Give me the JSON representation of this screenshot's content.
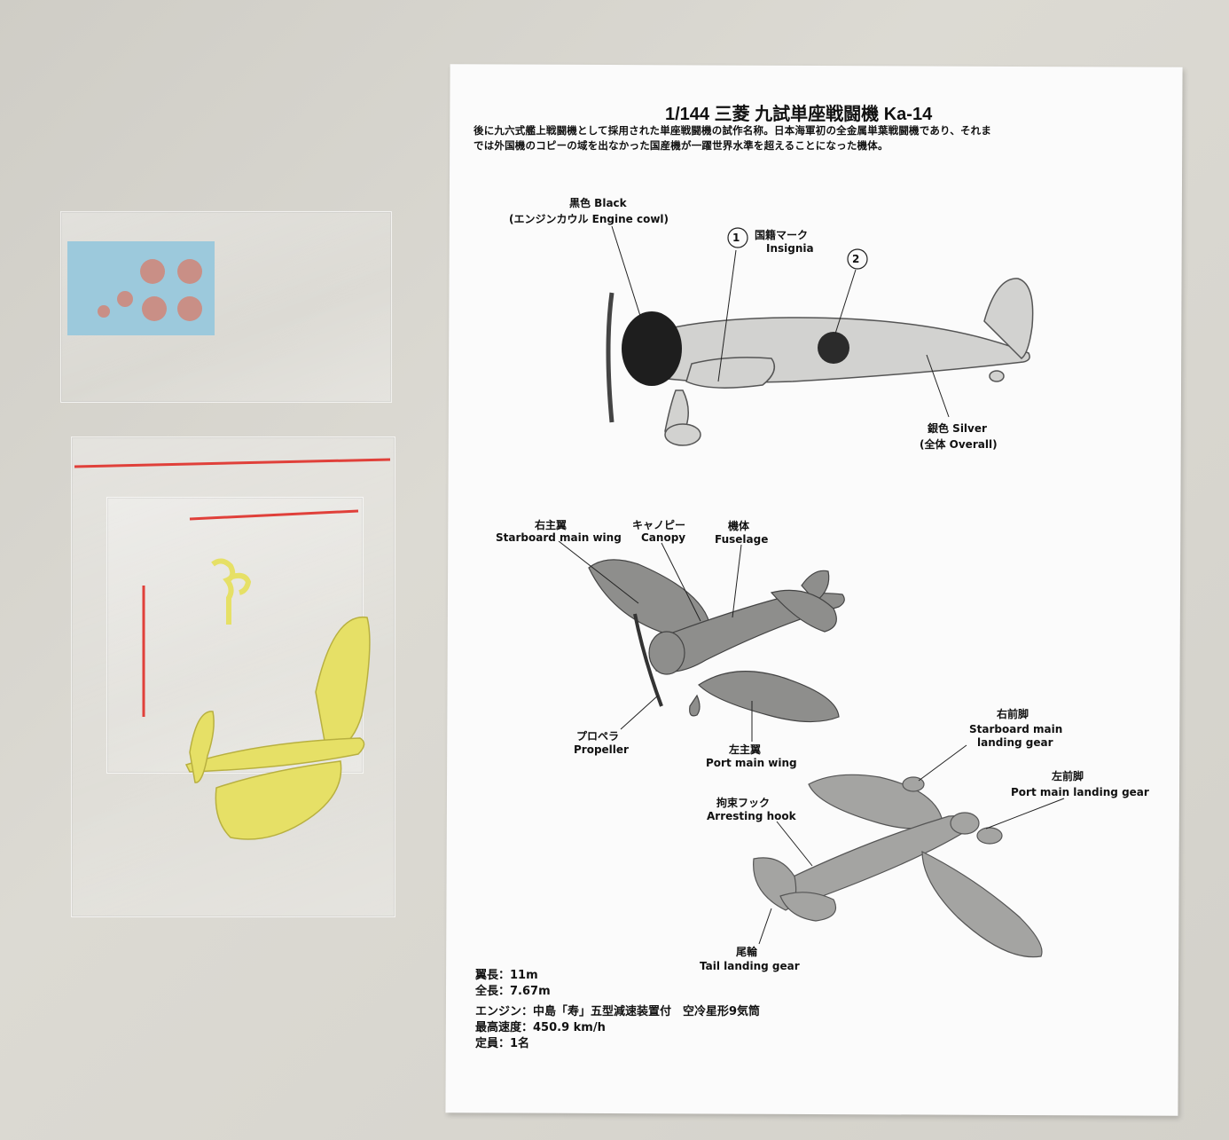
{
  "sheet": {
    "title": "1/144 三菱 九試単座戦闘機 Ka-14",
    "intro_line1": "後に九六式艦上戦闘機として採用された単座戦闘機の試作名称。日本海軍初の全金属単葉戦闘機であり、それま",
    "intro_line2": "では外国機のコピーの域を出なかった国産機が一躍世界水準を超えることになった機体。"
  },
  "side_view": {
    "black_ja": "黒色 Black",
    "black_en": "(エンジンカウル Engine cowl)",
    "insignia_num1": "1",
    "insignia_num2": "2",
    "insignia_ja": "国籍マーク",
    "insignia_en": "Insignia",
    "silver_ja": "銀色 Silver",
    "silver_en": "(全体 Overall)"
  },
  "parts_view": {
    "starboard_wing_ja": "右主翼",
    "starboard_wing_en": "Starboard main wing",
    "canopy_ja": "キャノピー",
    "canopy_en": "Canopy",
    "fuselage_ja": "機体",
    "fuselage_en": "Fuselage",
    "propeller_ja": "プロペラ",
    "propeller_en": "Propeller",
    "port_wing_ja": "左主翼",
    "port_wing_en": "Port main wing"
  },
  "gear_view": {
    "starboard_gear_ja": "右前脚",
    "starboard_gear_en1": "Starboard main",
    "starboard_gear_en2": "landing gear",
    "port_gear_ja": "左前脚",
    "port_gear_en": "Port main landing gear",
    "hook_ja": "拘束フック",
    "hook_en": "Arresting hook",
    "tail_ja": "尾輪",
    "tail_en": "Tail landing gear"
  },
  "specs": [
    "翼長：11m",
    "全長：7.67m",
    "エンジン：中島「寿」五型減速装置付　空冷星形9気筒",
    "最高速度：450.9 km/h",
    "定員：1名"
  ],
  "colors": {
    "decal_blue": "#9cc9dc",
    "roundel_red": "#c98f86",
    "resin_yellow": "#e6e066",
    "zip_red": "#e0403a"
  }
}
